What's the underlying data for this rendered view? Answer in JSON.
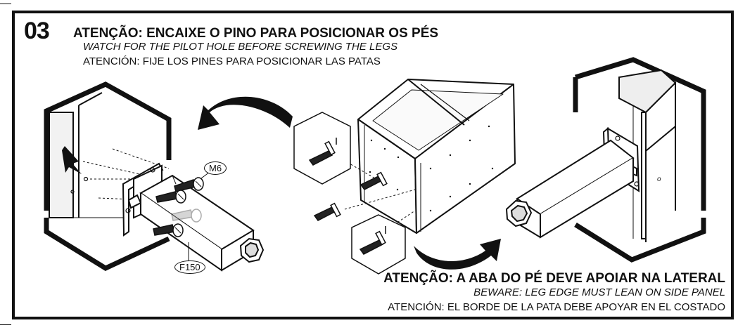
{
  "step_number": "03",
  "header": {
    "pt": "ATENÇÃO: ENCAIXE O PINO PARA POSICIONAR OS PÉS",
    "en": "WATCH FOR THE PILOT HOLE BEFORE SCREWING THE LEGS",
    "es": "ATENCIÓN: FIJE LOS PINES PARA POSICIONAR LAS PATAS"
  },
  "footer": {
    "pt": "ATENÇÃO: A ABA DO PÉ DEVE APOIAR NA LATERAL",
    "en": "BEWARE: LEG EDGE MUST LEAN ON SIDE PANEL",
    "es": "ATENCIÓN: EL BORDE DE LA PATA DEBE APOYAR EN EL COSTADO"
  },
  "parts": {
    "screw": "M6",
    "leg": "F150"
  }
}
